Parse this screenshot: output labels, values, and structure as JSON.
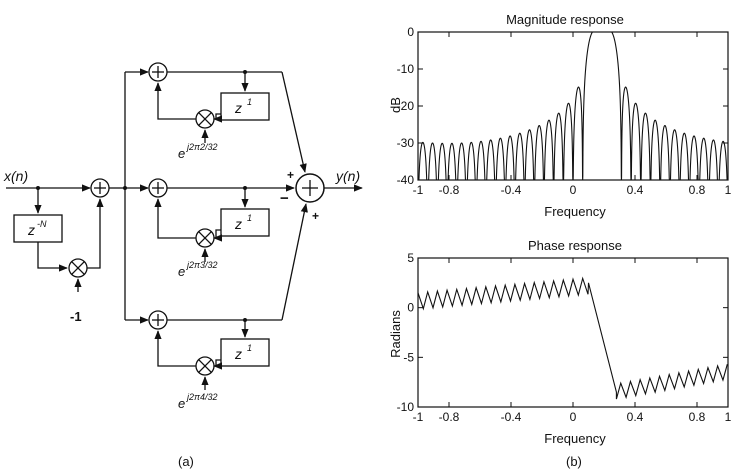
{
  "diagram": {
    "input_label": "x(n)",
    "output_label": "y(n)",
    "delay_comb_label": "z",
    "delay_comb_exp": "-N",
    "minus_one_label": "-1",
    "delay_res_label": "z",
    "delay_res_exp": "1",
    "twiddle_base": "e",
    "twiddles": [
      "j2π2/32",
      "j2π3/32",
      "j2π4/32"
    ],
    "sum_signs": [
      "+",
      "−",
      "+"
    ],
    "caption": "(a)"
  },
  "chart_data": [
    {
      "type": "line",
      "title": "Magnitude response",
      "xlabel": "Frequency",
      "ylabel": "dB",
      "xlim": [
        -1,
        1
      ],
      "ylim": [
        -40,
        0
      ],
      "xticks": [
        -1,
        -0.8,
        -0.4,
        0,
        0.4,
        0.8,
        1
      ],
      "xtick_labels": [
        "-1",
        "-0.8",
        "-0.4",
        "0",
        "0.4",
        "0.8",
        "1"
      ],
      "yticks": [
        0,
        -10,
        -20,
        -30,
        -40
      ],
      "ytick_labels": [
        "0",
        "-10",
        "-20",
        "-30",
        "-40"
      ],
      "grid": false,
      "passband": [
        0.125,
        0.25
      ],
      "null_spacing": 0.0625,
      "sidelobe_floor_db": -30
    },
    {
      "type": "line",
      "title": "Phase response",
      "xlabel": "Frequency",
      "ylabel": "Radians",
      "xlim": [
        -1,
        1
      ],
      "ylim": [
        -10,
        5
      ],
      "xticks": [
        -1,
        -0.8,
        -0.4,
        0,
        0.4,
        0.8,
        1
      ],
      "xtick_labels": [
        "-1",
        "-0.8",
        "-0.4",
        "0",
        "0.4",
        "0.8",
        "1"
      ],
      "yticks": [
        5,
        0,
        -5,
        -10
      ],
      "ytick_labels": [
        "5",
        "0",
        "-5",
        "-10"
      ],
      "grid": false,
      "phase_before": [
        1.0,
        2.5
      ],
      "phase_after": [
        -8.5,
        -6.5
      ],
      "transition": [
        0.1,
        0.28
      ]
    }
  ],
  "plots_caption": "(b)"
}
